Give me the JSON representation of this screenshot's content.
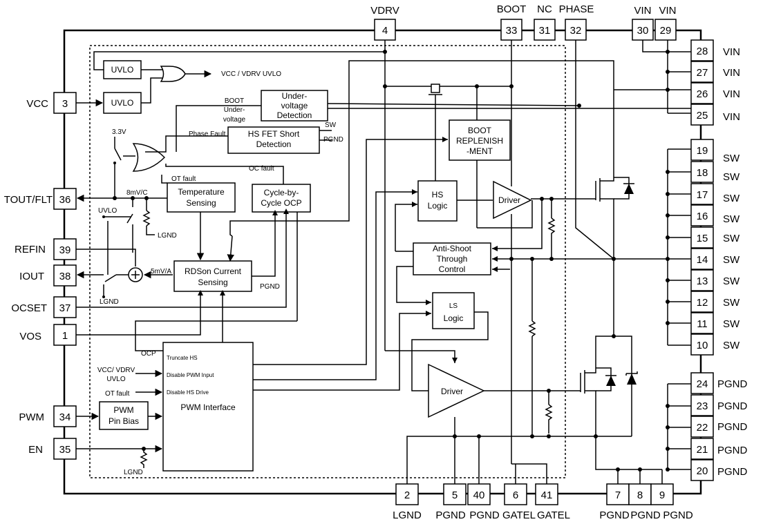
{
  "pins": {
    "vdrv": {
      "num": "4",
      "name": "VDRV"
    },
    "boot": {
      "num": "33",
      "name": "BOOT"
    },
    "nc": {
      "num": "31",
      "name": "NC"
    },
    "phase": {
      "num": "32",
      "name": "PHASE"
    },
    "vin30": {
      "num": "30",
      "name": "VIN"
    },
    "vin29": {
      "num": "29",
      "name": "VIN"
    },
    "vin28": {
      "num": "28",
      "name": "VIN"
    },
    "vin27": {
      "num": "27",
      "name": "VIN"
    },
    "vin26": {
      "num": "26",
      "name": "VIN"
    },
    "vin25": {
      "num": "25",
      "name": "VIN"
    },
    "sw19": {
      "num": "19",
      "name": "SW"
    },
    "sw18": {
      "num": "18",
      "name": "SW"
    },
    "sw17": {
      "num": "17",
      "name": "SW"
    },
    "sw16": {
      "num": "16",
      "name": "SW"
    },
    "sw15": {
      "num": "15",
      "name": "SW"
    },
    "sw14": {
      "num": "14",
      "name": "SW"
    },
    "sw13": {
      "num": "13",
      "name": "SW"
    },
    "sw12": {
      "num": "12",
      "name": "SW"
    },
    "sw11": {
      "num": "11",
      "name": "SW"
    },
    "sw10": {
      "num": "10",
      "name": "SW"
    },
    "pgnd24": {
      "num": "24",
      "name": "PGND"
    },
    "pgnd23": {
      "num": "23",
      "name": "PGND"
    },
    "pgnd22": {
      "num": "22",
      "name": "PGND"
    },
    "pgnd21": {
      "num": "21",
      "name": "PGND"
    },
    "pgnd20": {
      "num": "20",
      "name": "PGND"
    },
    "vcc": {
      "num": "3",
      "name": "VCC"
    },
    "tout": {
      "num": "36",
      "name": "TOUT/FLT"
    },
    "refin": {
      "num": "39",
      "name": "REFIN"
    },
    "iout": {
      "num": "38",
      "name": "IOUT"
    },
    "ocset": {
      "num": "37",
      "name": "OCSET"
    },
    "vos": {
      "num": "1",
      "name": "VOS"
    },
    "pwm": {
      "num": "34",
      "name": "PWM"
    },
    "en": {
      "num": "35",
      "name": "EN"
    },
    "lgnd2": {
      "num": "2",
      "name": "LGND"
    },
    "pgnd5": {
      "num": "5",
      "name": "PGND"
    },
    "pgnd40": {
      "num": "40",
      "name": "PGND"
    },
    "gatel6": {
      "num": "6",
      "name": "GATEL"
    },
    "gatel41": {
      "num": "41",
      "name": "GATEL"
    },
    "pgnd7": {
      "num": "7",
      "name": "PGND"
    },
    "pgnd8": {
      "num": "8",
      "name": "PGND"
    },
    "pgnd9": {
      "num": "9",
      "name": "PGND"
    }
  },
  "blocks": {
    "uvlo_top": "UVLO",
    "uvlo_bottom": "UVLO",
    "uvlo_output": "VCC / VDRV UVLO",
    "undervoltage": [
      "Under-",
      "voltage",
      "Detection"
    ],
    "boot_undervoltage": [
      "BOOT",
      "Under-",
      "voltage"
    ],
    "hsfet_short": [
      "HS FET Short",
      "Detection"
    ],
    "phase_fault": "Phase Fault",
    "sw_in": "SW",
    "pgnd_in": "PGND",
    "v33": "3.3V",
    "ot_fault": "OT fault",
    "oc_fault": "OC fault",
    "temp_sensing": [
      "Temperature",
      "Sensing"
    ],
    "cycle_ocp": [
      "Cycle-by-",
      "Cycle OCP"
    ],
    "gain_8mv": "8mV/C",
    "uvlo_switch": "UVLO",
    "lgnd_a": "LGND",
    "lgnd_b": "LGND",
    "lgnd_c": "LGND",
    "gain_5mv": "5mV/A",
    "rdson": [
      "RDSon Current",
      "Sensing"
    ],
    "pgnd_rdson": "PGND",
    "boot_replenish": [
      "BOOT",
      "REPLENISH",
      "-MENT"
    ],
    "hs_logic": [
      "HS",
      "Logic"
    ],
    "hs_driver": "Driver",
    "anti_shoot": [
      "Anti-Shoot",
      "Through",
      "Control"
    ],
    "ls_logic": [
      "LS",
      "Logic"
    ],
    "ls_driver": "Driver",
    "ocp": "OCP",
    "truncate_hs": "Truncate HS",
    "vcc_vdrv_uvlo": [
      "VCC/ VDRV",
      "UVLO"
    ],
    "disable_pwm": "Disable PWM Input",
    "ot_fault2": "OT fault",
    "disable_hs": "Disable HS Drive",
    "pwm_interface": "PWM Interface",
    "pwm_pin_bias": [
      "PWM",
      "Pin Bias"
    ]
  }
}
